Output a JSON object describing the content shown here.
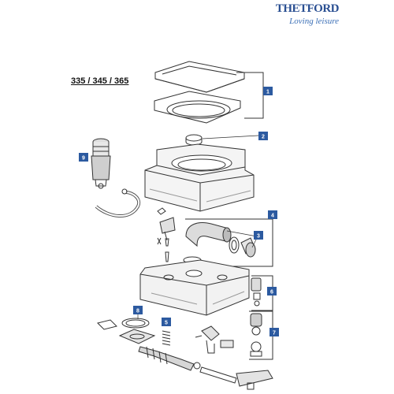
{
  "brand": {
    "name": "THETFORD",
    "tagline": "Loving leisure"
  },
  "title": "335 / 345 / 365",
  "callouts": [
    "1",
    "2",
    "3",
    "4",
    "5",
    "6",
    "7",
    "8",
    "9"
  ],
  "colors": {
    "badge": "#2c5aa0",
    "line": "#333333"
  }
}
